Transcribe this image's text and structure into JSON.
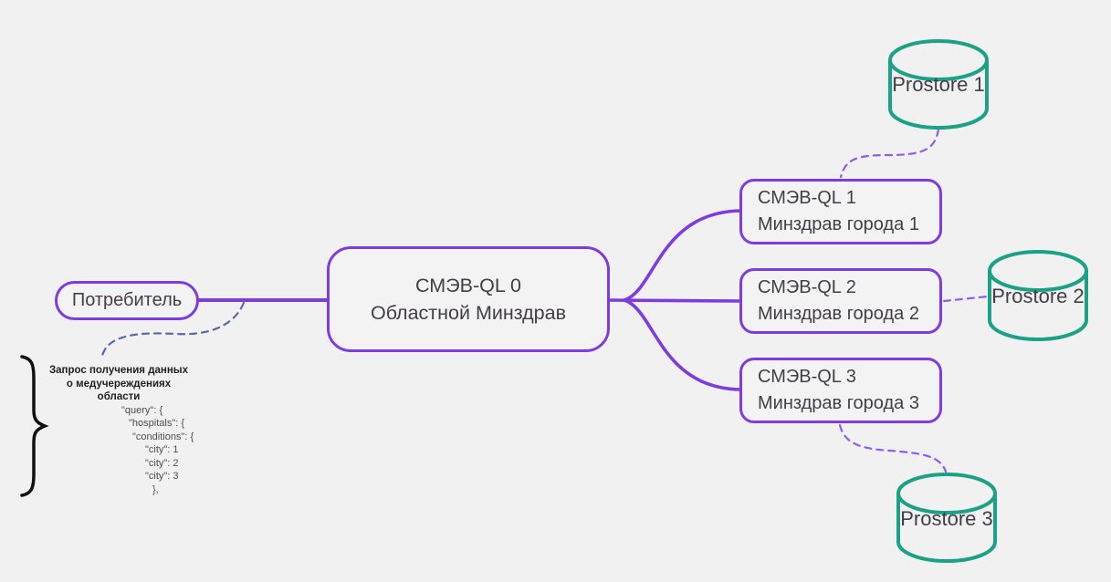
{
  "diagram": {
    "consumer": {
      "label": "Потребитель"
    },
    "central": {
      "line1": "СМЭВ-QL 0",
      "line2": "Областной Минздрав"
    },
    "nodes": [
      {
        "line1": "СМЭВ-QL 1",
        "line2": "Минздрав города 1"
      },
      {
        "line1": "СМЭВ-QL 2",
        "line2": "Минздрав города 2"
      },
      {
        "line1": "СМЭВ-QL 3",
        "line2": "Минздрав города 3"
      }
    ],
    "datastores": [
      {
        "label": "Prostore 1"
      },
      {
        "label": "Prostore 2"
      },
      {
        "label": "Prostore 3"
      }
    ],
    "annotation": {
      "title_lines": [
        "Запрос получения данных",
        "о медучереждениях",
        "области"
      ],
      "code_lines": [
        "\"query\": {",
        "\"hospitals\": {",
        "\"conditions\": {",
        "\"city\": 1",
        "\"city\": 2",
        "\"city\": 3",
        "},"
      ]
    },
    "colors": {
      "node_border_purple": "#7e3ce0",
      "dashed_purple": "#8a5cf0",
      "dashed_blue": "#5868b0",
      "datastore_teal": "#1aa186",
      "background": "#f2f1f2",
      "node_text": "#413e45",
      "annotation_text": "#1f1f22",
      "code_text": "#4c4c50",
      "brace_black": "#111111"
    }
  }
}
